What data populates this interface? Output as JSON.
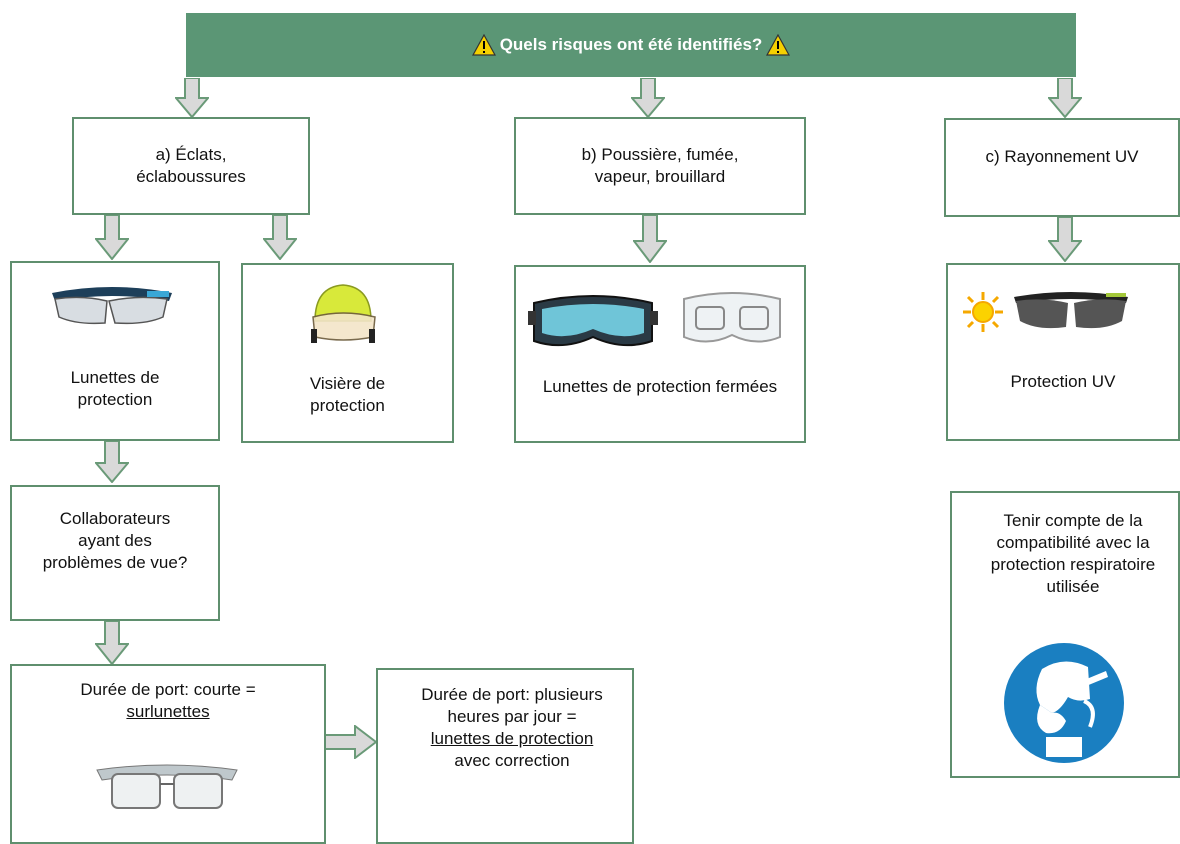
{
  "header": {
    "title": "Quels risques ont été identifiés?"
  },
  "risks": {
    "a": "a) Éclats, éclaboussures",
    "b": "b) Poussière, fumée, vapeur, brouillard",
    "c": "c) Rayonnement UV"
  },
  "protections": {
    "glasses": "Lunettes de protection",
    "visor": "Visière de protection",
    "closed_glasses": "Lunettes de protection fermées",
    "uv": "Protection UV"
  },
  "vision": {
    "question": "Collaborateurs ayant des problèmes de vue?"
  },
  "duration": {
    "short_prefix": "Durée de port: courte =",
    "short_link": "surlunettes",
    "long_prefix": "Durée de port: plusieurs heures par jour =",
    "long_link": "lunettes de protection",
    "long_suffix": "avec correction"
  },
  "compat": {
    "text": "Tenir compte de la compatibilité avec la protection respiratoire utilisée"
  },
  "colors": {
    "accent": "#5b9675",
    "border": "#5f8f6e",
    "arrow_fill": "#d9d9d9",
    "arrow_stroke": "#6a9a78",
    "sign_blue": "#1a7fc1"
  }
}
